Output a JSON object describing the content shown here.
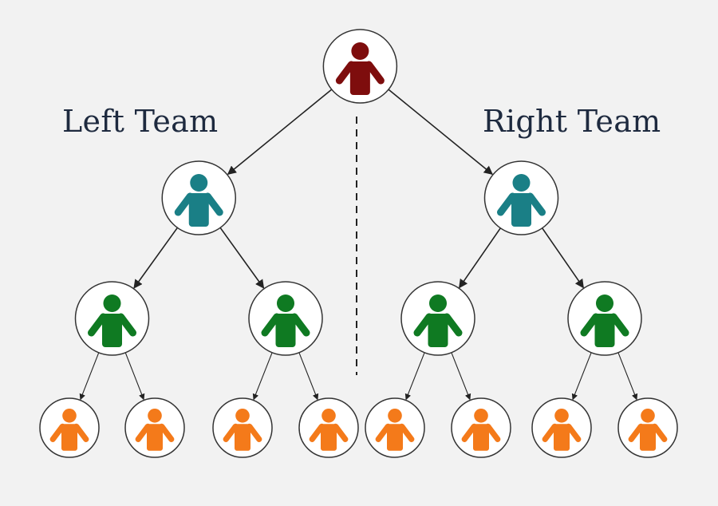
{
  "labels": {
    "left_team": "Left Team",
    "right_team": "Right Team"
  },
  "colors": {
    "background": "#f2f2f2",
    "node_fill": "#ffffff",
    "node_stroke": "#333333",
    "edge": "#222222",
    "divider": "#222222",
    "level_colors": [
      "#7e0d0d",
      "#1a7f86",
      "#0f7a22",
      "#f47a1a"
    ]
  },
  "tree": {
    "id": "root",
    "level": 0,
    "icon": "person-icon",
    "children": [
      {
        "id": "left-lead",
        "level": 1,
        "team": "left",
        "icon": "person-icon",
        "children": [
          {
            "id": "left-a",
            "level": 2,
            "team": "left",
            "icon": "person-icon",
            "children": [
              {
                "id": "left-a1",
                "level": 3,
                "team": "left",
                "icon": "person-icon"
              },
              {
                "id": "left-a2",
                "level": 3,
                "team": "left",
                "icon": "person-icon"
              }
            ]
          },
          {
            "id": "left-b",
            "level": 2,
            "team": "left",
            "icon": "person-icon",
            "children": [
              {
                "id": "left-b1",
                "level": 3,
                "team": "left",
                "icon": "person-icon"
              },
              {
                "id": "left-b2",
                "level": 3,
                "team": "left",
                "icon": "person-icon"
              }
            ]
          }
        ]
      },
      {
        "id": "right-lead",
        "level": 1,
        "team": "right",
        "icon": "person-icon",
        "children": [
          {
            "id": "right-a",
            "level": 2,
            "team": "right",
            "icon": "person-icon",
            "children": [
              {
                "id": "right-a1",
                "level": 3,
                "team": "right",
                "icon": "person-icon"
              },
              {
                "id": "right-a2",
                "level": 3,
                "team": "right",
                "icon": "person-icon"
              }
            ]
          },
          {
            "id": "right-b",
            "level": 2,
            "team": "right",
            "icon": "person-icon",
            "children": [
              {
                "id": "right-b1",
                "level": 3,
                "team": "right",
                "icon": "person-icon"
              },
              {
                "id": "right-b2",
                "level": 3,
                "team": "right",
                "icon": "person-icon"
              }
            ]
          }
        ]
      }
    ]
  }
}
